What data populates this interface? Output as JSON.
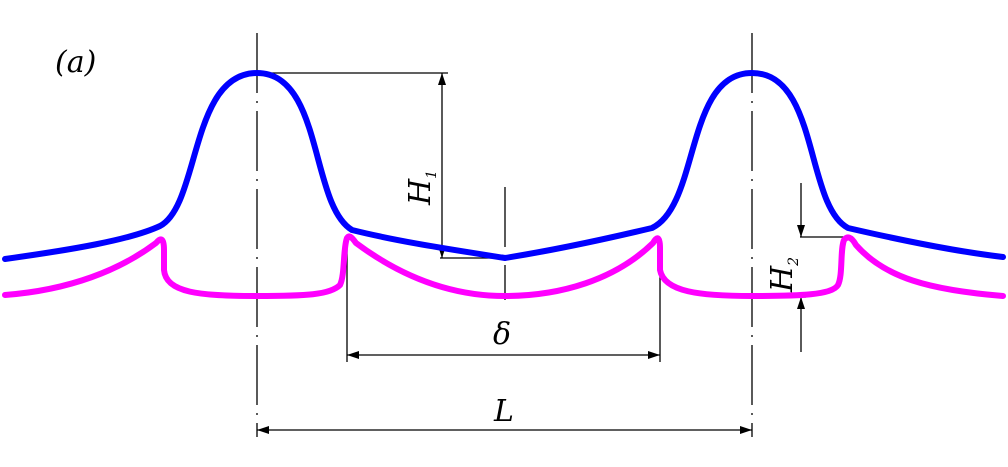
{
  "panel_label": "(a)",
  "labels": {
    "h1": "H",
    "h1_sub": "1",
    "h2": "H",
    "h2_sub": "2",
    "delta": "δ",
    "length": "L"
  },
  "colors": {
    "upper_curve": "#0000ff",
    "lower_curve": "#ff00ff",
    "dimension_lines": "#000000"
  }
}
